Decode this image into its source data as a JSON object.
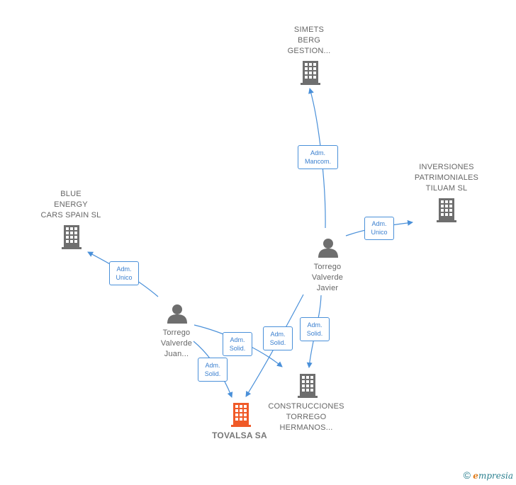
{
  "nodes": {
    "simets": {
      "lines": [
        "SIMETS",
        "BERG",
        "GESTION..."
      ],
      "kind": "company"
    },
    "inversiones": {
      "lines": [
        "INVERSIONES",
        "PATRIMONIALES",
        "TILUAM SL"
      ],
      "kind": "company"
    },
    "blue_energy": {
      "lines": [
        "BLUE",
        "ENERGY",
        "CARS SPAIN SL"
      ],
      "kind": "company"
    },
    "javier": {
      "lines": [
        "Torrego",
        "Valverde",
        "Javier"
      ],
      "kind": "person"
    },
    "juan": {
      "lines": [
        "Torrego",
        "Valverde",
        "Juan..."
      ],
      "kind": "person"
    },
    "construcciones": {
      "lines": [
        "CONSTRUCCIONES",
        "TORREGO",
        "HERMANOS..."
      ],
      "kind": "company"
    },
    "tovalsa": {
      "lines": [
        "TOVALSA SA"
      ],
      "kind": "company-focus"
    }
  },
  "edges": [
    {
      "id": "javier-simets",
      "lines": [
        "Adm.",
        "Mancom."
      ]
    },
    {
      "id": "javier-inversiones",
      "lines": [
        "Adm.",
        "Unico"
      ]
    },
    {
      "id": "juan-blue",
      "lines": [
        "Adm.",
        "Unico"
      ]
    },
    {
      "id": "javier-tovalsa",
      "lines": [
        "Adm.",
        "Solid."
      ]
    },
    {
      "id": "javier-construcciones",
      "lines": [
        "Adm.",
        "Solid."
      ]
    },
    {
      "id": "juan-construcciones",
      "lines": [
        "Adm.",
        "Solid."
      ]
    },
    {
      "id": "juan-tovalsa",
      "lines": [
        "Adm.",
        "Solid."
      ]
    }
  ],
  "colors": {
    "edge": "#4a90d9",
    "icon": "#6e6e6e",
    "focus_icon": "#f05a28",
    "label": "#666666"
  },
  "brand": {
    "copyright": "©",
    "initial": "e",
    "name": "mpresia"
  }
}
